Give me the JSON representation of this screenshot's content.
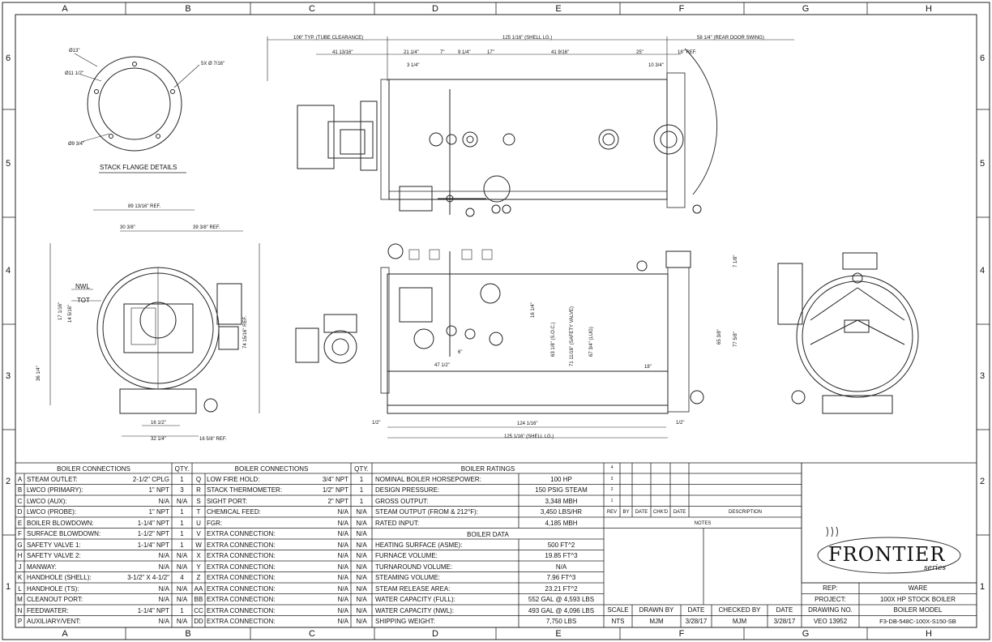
{
  "zones_cols": [
    "A",
    "B",
    "C",
    "D",
    "E",
    "F",
    "G",
    "H"
  ],
  "zones_rows": [
    "6",
    "5",
    "4",
    "3",
    "2",
    "1"
  ],
  "stack_flange": {
    "title": "STACK FLANGE DETAILS",
    "d1": "Ø13\"",
    "d2": "Ø11 1/2\"",
    "d3": "Ø9 3/4\"",
    "holes": "5X Ø 7/16\""
  },
  "front_view": {
    "nwl": "NWL",
    "tot": "TOT",
    "w_total": "89 13/16\" REF.",
    "w_left": "30 3/8\"",
    "w_right": "39 3/8\" REF.",
    "h_total": "74 15/16\" REF.",
    "h_base": "36 1/4\"",
    "h_nwl": "17 1/16\"",
    "h_tot": "14 5/16\"",
    "b1": "16 1/2\"",
    "b2": "32 1/4\"",
    "b3": "16 5/8\" REF."
  },
  "top_view": {
    "tube_clearance": "106\" TYP. (TUBE CLEARANCE)",
    "shell_lg": "125 1/16\" (SHELL LG.)",
    "rear_door": "58 1/4\" (REAR DOOR SWING)",
    "d_a": "41 13/16\"",
    "d_b": "21 1/4\"",
    "d_c": "7\"",
    "d_d": "9 1/4\"",
    "d_e": "17\"",
    "d_f": "41 9/16\"",
    "d_g": "25\"",
    "d_h": "18\" REF.",
    "d_i": "3 1/4\"",
    "d_j": "10 3/4\""
  },
  "side_view": {
    "shell_bottom": "125 1/16\" (SHELL LG.)",
    "inner": "124 1/16\"",
    "left_off": "1/2\"",
    "right_off": "1/2\"",
    "d_47": "47 1/2\"",
    "d_6": "6\"",
    "d_18": "18\"",
    "d_16": "16 1/4\"",
    "soc": "63 1/8\" (S.O.C.)",
    "safety": "71 11/16\" (SAFETY VALVE)",
    "lug": "67 3/4\" (LUG)",
    "h65": "65 3/8\"",
    "h77": "77 5/8\"",
    "h7": "7 1/8\""
  },
  "connections_left": {
    "header": "BOILER CONNECTIONS",
    "qty": "QTY.",
    "rows": [
      {
        "code": "A",
        "name": "STEAM OUTLET:",
        "size": "2-1/2\" CPLG",
        "qty": "1"
      },
      {
        "code": "B",
        "name": "LWCO (PRIMARY):",
        "size": "1\" NPT",
        "qty": "3"
      },
      {
        "code": "C",
        "name": "LWCO (AUX):",
        "size": "N/A",
        "qty": "N/A"
      },
      {
        "code": "D",
        "name": "LWCO (PROBE):",
        "size": "1\" NPT",
        "qty": "1"
      },
      {
        "code": "E",
        "name": "BOILER BLOWDOWN:",
        "size": "1-1/4\" NPT",
        "qty": "1"
      },
      {
        "code": "F",
        "name": "SURFACE BLOWDOWN:",
        "size": "1-1/2\" NPT",
        "qty": "1"
      },
      {
        "code": "G",
        "name": "SAFETY VALVE 1:",
        "size": "1-1/4\" NPT",
        "qty": "1"
      },
      {
        "code": "H",
        "name": "SAFETY VALVE 2:",
        "size": "N/A",
        "qty": "N/A"
      },
      {
        "code": "J",
        "name": "MANWAY:",
        "size": "N/A",
        "qty": "N/A"
      },
      {
        "code": "K",
        "name": "HANDHOLE (SHELL):",
        "size": "3-1/2\" X 4-1/2\"",
        "qty": "4"
      },
      {
        "code": "L",
        "name": "HANDHOLE (TS):",
        "size": "N/A",
        "qty": "N/A"
      },
      {
        "code": "M",
        "name": "CLEANOUT PORT:",
        "size": "N/A",
        "qty": "N/A"
      },
      {
        "code": "N",
        "name": "FEEDWATER:",
        "size": "1-1/4\" NPT",
        "qty": "1"
      },
      {
        "code": "P",
        "name": "AUXILIARY/VENT:",
        "size": "N/A",
        "qty": "N/A"
      }
    ]
  },
  "connections_right": {
    "header": "BOILER CONNECTIONS",
    "qty": "QTY.",
    "rows": [
      {
        "code": "Q",
        "name": "LOW FIRE HOLD:",
        "size": "3/4\" NPT",
        "qty": "1"
      },
      {
        "code": "R",
        "name": "STACK THERMOMETER:",
        "size": "1/2\" NPT",
        "qty": "1"
      },
      {
        "code": "S",
        "name": "SIGHT PORT:",
        "size": "2\" NPT",
        "qty": "1"
      },
      {
        "code": "T",
        "name": "CHEMICAL FEED:",
        "size": "N/A",
        "qty": "N/A"
      },
      {
        "code": "U",
        "name": "FGR:",
        "size": "N/A",
        "qty": "N/A"
      },
      {
        "code": "V",
        "name": "EXTRA CONNECTION:",
        "size": "N/A",
        "qty": "N/A"
      },
      {
        "code": "W",
        "name": "EXTRA CONNECTION:",
        "size": "N/A",
        "qty": "N/A"
      },
      {
        "code": "X",
        "name": "EXTRA CONNECTION:",
        "size": "N/A",
        "qty": "N/A"
      },
      {
        "code": "Y",
        "name": "EXTRA CONNECTION:",
        "size": "N/A",
        "qty": "N/A"
      },
      {
        "code": "Z",
        "name": "EXTRA CONNECTION:",
        "size": "N/A",
        "qty": "N/A"
      },
      {
        "code": "AA",
        "name": "EXTRA CONNECTION:",
        "size": "N/A",
        "qty": "N/A"
      },
      {
        "code": "BB",
        "name": "EXTRA CONNECTION:",
        "size": "N/A",
        "qty": "N/A"
      },
      {
        "code": "CC",
        "name": "EXTRA CONNECTION:",
        "size": "N/A",
        "qty": "N/A"
      },
      {
        "code": "DD",
        "name": "EXTRA CONNECTION:",
        "size": "N/A",
        "qty": "N/A"
      }
    ]
  },
  "ratings": {
    "header": "BOILER RATINGS",
    "rows": [
      {
        "name": "NOMINAL BOILER HORSEPOWER:",
        "value": "100 HP"
      },
      {
        "name": "DESIGN PRESSURE:",
        "value": "150 PSIG STEAM"
      },
      {
        "name": "GROSS OUTPUT:",
        "value": "3,348 MBH"
      },
      {
        "name": "STEAM OUTPUT (FROM & 212°F):",
        "value": "3,450 LBS/HR"
      },
      {
        "name": "RATED INPUT:",
        "value": "4,185 MBH"
      }
    ]
  },
  "boiler_data": {
    "header": "BOILER DATA",
    "rows": [
      {
        "name": "HEATING SURFACE (ASME):",
        "value": "500 FT^2"
      },
      {
        "name": "FURNACE VOLUME:",
        "value": "19.85 FT^3"
      },
      {
        "name": "TURNAROUND VOLUME:",
        "value": "N/A"
      },
      {
        "name": "STEAMING VOLUME:",
        "value": "7.96 FT^3"
      },
      {
        "name": "STEAM RELEASE AREA:",
        "value": "23.21 FT^2"
      },
      {
        "name": "WATER CAPACITY (FULL):",
        "value": "552 GAL @ 4,593 LBS"
      },
      {
        "name": "WATER CAPACITY (NWL):",
        "value": "493 GAL @ 4,096 LBS"
      },
      {
        "name": "SHIPPING WEIGHT:",
        "value": "7,750 LBS"
      }
    ]
  },
  "revisions": {
    "nums": [
      "4",
      "3",
      "2",
      "1"
    ],
    "cols": [
      "REV",
      "BY",
      "DATE",
      "CHK'D",
      "DATE",
      "DESCRIPTION"
    ],
    "notes_label": "NOTES"
  },
  "title_block": {
    "logo": "FRONTIER",
    "logo_sub": "series",
    "rep_label": "REP:",
    "rep_value": "WARE",
    "project_label": "PROJECT:",
    "project_value": "100X HP STOCK BOILER",
    "drawing_label": "DRAWING NO.",
    "drawing_value": "BOILER MODEL",
    "scale_label": "SCALE",
    "scale_value": "NTS",
    "drawnby_label": "DRAWN BY",
    "drawnby_value": "MJM",
    "date1_label": "DATE",
    "date1_value": "3/28/17",
    "checked_label": "CHECKED BY",
    "checked_value": "MJM",
    "date2_label": "DATE",
    "date2_value": "3/28/17",
    "veo": "VEO 13952",
    "model": "F3-DB-548C-100X-S150-SB"
  }
}
